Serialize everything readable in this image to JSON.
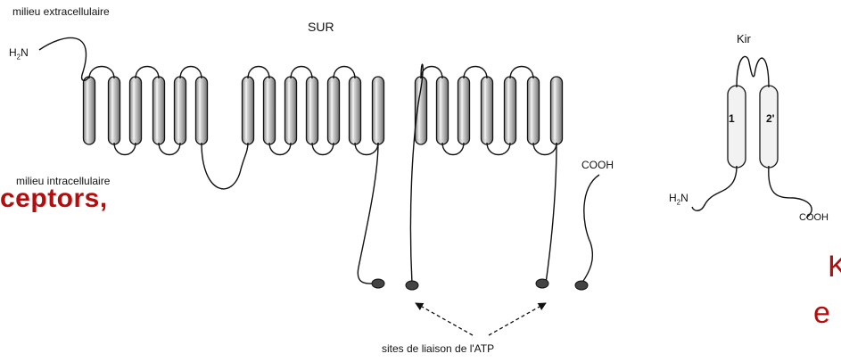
{
  "labels": {
    "extracellular": "milieu extracellulaire",
    "intracellular": "milieu intracellulaire",
    "sur_title": "SUR",
    "sur_nterm_h": "H",
    "sur_nterm_sub": "2",
    "sur_nterm_n": "N",
    "sur_cooh": "COOH",
    "atp_sites": "sites de liaison de l'ATP",
    "kir_title": "Kir",
    "kir_nterm_h": "H",
    "kir_nterm_sub": "2",
    "kir_nterm_n": "N",
    "kir_cooh": "COOH",
    "kir_helix1": "1",
    "kir_helix2": "2'"
  },
  "overlay_text": {
    "left": "ceptors,",
    "right_line1": "K",
    "right_line2": "e"
  },
  "colors": {
    "ink": "#111111",
    "accent_red": "#b50d0d",
    "helix_fill": "#bdbdbd"
  }
}
